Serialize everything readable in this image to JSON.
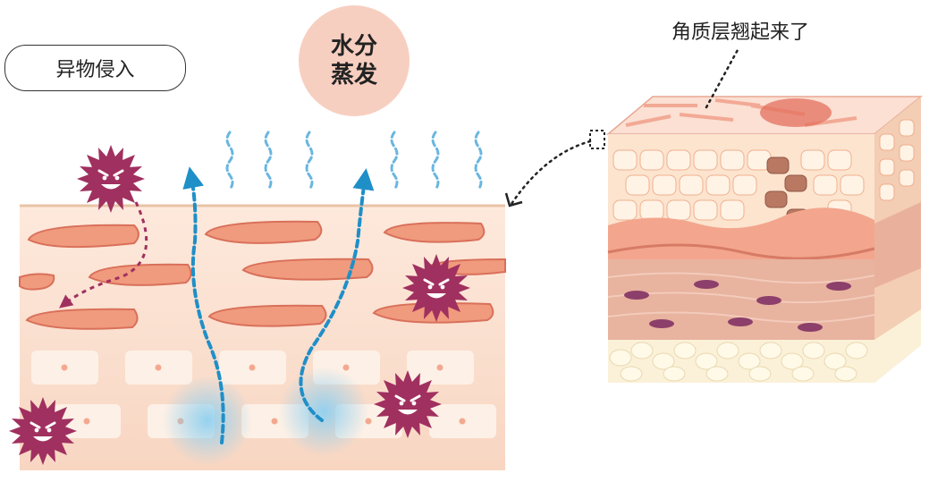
{
  "labels": {
    "foreign_invasion": "异物侵入",
    "water_line1": "水分",
    "water_line2": "蒸发",
    "stratum_lifted": "角质层翘起来了"
  },
  "colors": {
    "skin_base": "#fbe3d3",
    "fiber": "#f09a7e",
    "fiber_edge": "#d9705a",
    "water_dash": "#1f8fc8",
    "vapor": "#69b6e0",
    "germ": "#a0305f",
    "arrow_dotted": "#a0305f",
    "badge": "#f7cfc0"
  },
  "icons": [
    "germ-icon",
    "water-drop-arrow-icon",
    "vapor-wave-icon",
    "skin-cube-illustration"
  ]
}
